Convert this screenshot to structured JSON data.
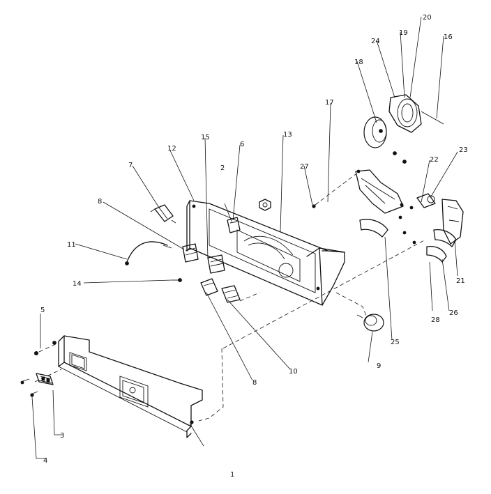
{
  "diagram": {
    "labels": [
      {
        "id": "1",
        "text": "1"
      },
      {
        "id": "2",
        "text": "2"
      },
      {
        "id": "3",
        "text": "3"
      },
      {
        "id": "4",
        "text": "4"
      },
      {
        "id": "5",
        "text": "5"
      },
      {
        "id": "6",
        "text": "6"
      },
      {
        "id": "7",
        "text": "7"
      },
      {
        "id": "8a",
        "text": "8"
      },
      {
        "id": "8b",
        "text": "8"
      },
      {
        "id": "9",
        "text": "9"
      },
      {
        "id": "10",
        "text": "10"
      },
      {
        "id": "11",
        "text": "11"
      },
      {
        "id": "12",
        "text": "12"
      },
      {
        "id": "13",
        "text": "13"
      },
      {
        "id": "14",
        "text": "14"
      },
      {
        "id": "15",
        "text": "15"
      },
      {
        "id": "16",
        "text": "16"
      },
      {
        "id": "17",
        "text": "17"
      },
      {
        "id": "18",
        "text": "18"
      },
      {
        "id": "19",
        "text": "19"
      },
      {
        "id": "20",
        "text": "20"
      },
      {
        "id": "21",
        "text": "21"
      },
      {
        "id": "22",
        "text": "22"
      },
      {
        "id": "23",
        "text": "23"
      },
      {
        "id": "24",
        "text": "24"
      },
      {
        "id": "25",
        "text": "25"
      },
      {
        "id": "26",
        "text": "26"
      },
      {
        "id": "27",
        "text": "27"
      },
      {
        "id": "28",
        "text": "28"
      }
    ]
  }
}
